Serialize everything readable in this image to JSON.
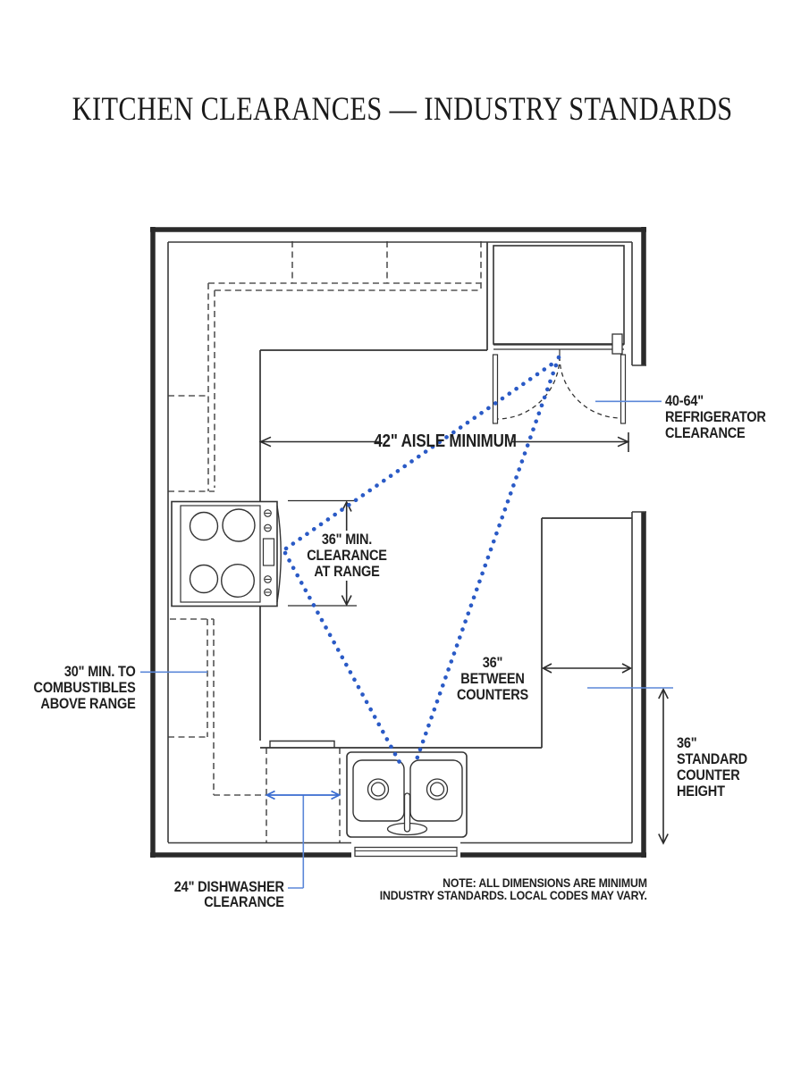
{
  "title": "KITCHEN CLEARANCES — INDUSTRY STANDARDS",
  "colors": {
    "ink": "#1f1f1f",
    "plan_line": "#333333",
    "wall": "#2a2a2a",
    "dash_gray": "#555555",
    "triangle_blue": "#2a5ac6",
    "leader_blue": "#5b87d8",
    "arrow_blue": "#3a6cd0"
  },
  "labels": {
    "aisle": {
      "text": "42\" AISLE MINIMUM"
    },
    "range_clearance": {
      "lines": [
        "36\" MIN.",
        "CLEARANCE",
        "AT RANGE"
      ]
    },
    "between_counters": {
      "lines": [
        "36\"",
        "BETWEEN",
        "COUNTERS"
      ]
    },
    "counter_height": {
      "lines": [
        "36\"",
        "STANDARD",
        "COUNTER",
        "HEIGHT"
      ]
    },
    "refrigerator_clearance": {
      "lines": [
        "40-64\"",
        "REFRIGERATOR",
        "CLEARANCE"
      ]
    },
    "combustibles": {
      "lines": [
        "30\" MIN. TO",
        "COMBUSTIBLES",
        "ABOVE RANGE"
      ]
    },
    "dishwasher": {
      "lines": [
        "24\" DISHWASHER",
        "CLEARANCE"
      ]
    },
    "note": {
      "lines": [
        "NOTE: ALL DIMENSIONS ARE MINIMUM",
        "INDUSTRY STANDARDS. LOCAL CODES MAY VARY."
      ]
    }
  },
  "dimensions": {
    "aisle_minimum_in": 42,
    "range_clearance_in": 36,
    "between_counters_in": 36,
    "counter_height_in": 36,
    "refrigerator_clearance_in": "40-64",
    "combustibles_above_range_in": 30,
    "dishwasher_clearance_in": 24
  }
}
